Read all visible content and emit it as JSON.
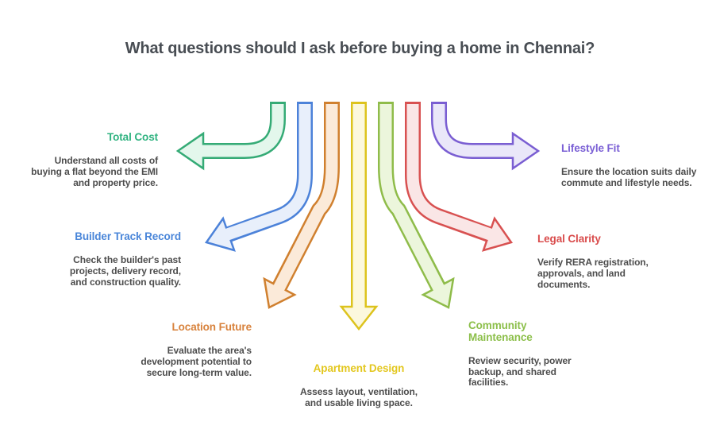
{
  "title": "What questions should I ask before buying a home in Chennai?",
  "title_color": "#484d53",
  "body_text_color": "#4d4d4d",
  "background_color": "#ffffff",
  "items": [
    {
      "id": "total-cost",
      "label": "Total Cost",
      "description": "Understand all costs of\nbuying a flat beyond the EMI\nand property price.",
      "label_color": "#2fb380",
      "arrow_stroke": "#35ab76",
      "arrow_fill": "#e3f7ec",
      "arrow_direction": "left"
    },
    {
      "id": "builder-track-record",
      "label": "Builder Track Record",
      "description": "Check the builder's past\nprojects, delivery record,\nand construction quality.",
      "label_color": "#4a86d9",
      "arrow_stroke": "#4c82d9",
      "arrow_fill": "#e8effb",
      "arrow_direction": "down-left"
    },
    {
      "id": "location-future",
      "label": "Location Future",
      "description": "Evaluate the area's\ndevelopment potential to\nsecure long-term value.",
      "label_color": "#d8823c",
      "arrow_stroke": "#d0802f",
      "arrow_fill": "#fbead9",
      "arrow_direction": "steep-down-left"
    },
    {
      "id": "apartment-design",
      "label": "Apartment Design",
      "description": "Assess layout, ventilation,\nand usable living space.",
      "label_color": "#e3c71f",
      "arrow_stroke": "#ddc31d",
      "arrow_fill": "#fcf8dd",
      "arrow_direction": "down"
    },
    {
      "id": "community-maintenance",
      "label": "Community\nMaintenance",
      "description": "Review security, power\nbackup, and shared\nfacilities.",
      "label_color": "#8cbf4a",
      "arrow_stroke": "#8fbc4a",
      "arrow_fill": "#ecf6dc",
      "arrow_direction": "steep-down-right"
    },
    {
      "id": "legal-clarity",
      "label": "Legal Clarity",
      "description": "Verify RERA registration,\napprovals, and land\ndocuments.",
      "label_color": "#d94c4c",
      "arrow_stroke": "#d85151",
      "arrow_fill": "#fae6e6",
      "arrow_direction": "down-right"
    },
    {
      "id": "lifestyle-fit",
      "label": "Lifestyle Fit",
      "description": "Ensure the location suits daily\ncommute and lifestyle needs.",
      "label_color": "#7a5fd5",
      "arrow_stroke": "#7a5ed2",
      "arrow_fill": "#eae7f9",
      "arrow_direction": "right"
    }
  ]
}
